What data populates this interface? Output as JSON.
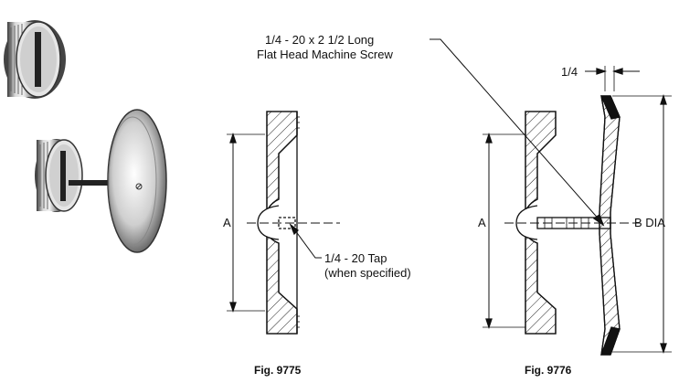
{
  "figures": [
    {
      "caption": "Fig. 9775"
    },
    {
      "caption": "Fig. 9776"
    }
  ],
  "labels": {
    "fig9775_dim": "A",
    "fig9775_tap_line1": "1/4 - 20 Tap",
    "fig9775_tap_line2": "(when specified)",
    "fig9776_dim_a": "A",
    "fig9776_dim_b": "B DIA",
    "fig9776_screw_line1": "1/4 - 20 x 2 1/2 Long",
    "fig9776_screw_line2": "Flat Head Machine Screw",
    "fig9776_thickness": "1/4"
  }
}
